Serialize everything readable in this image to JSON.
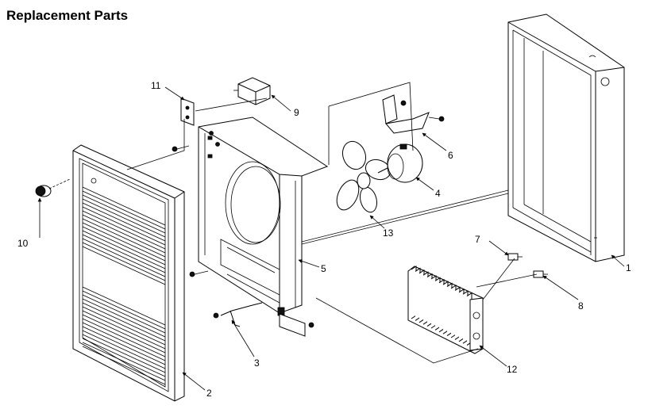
{
  "title": "Replacement Parts",
  "parts": [
    "1",
    "2",
    "3",
    "4",
    "5",
    "6",
    "7",
    "8",
    "9",
    "10",
    "11",
    "12",
    "13"
  ]
}
